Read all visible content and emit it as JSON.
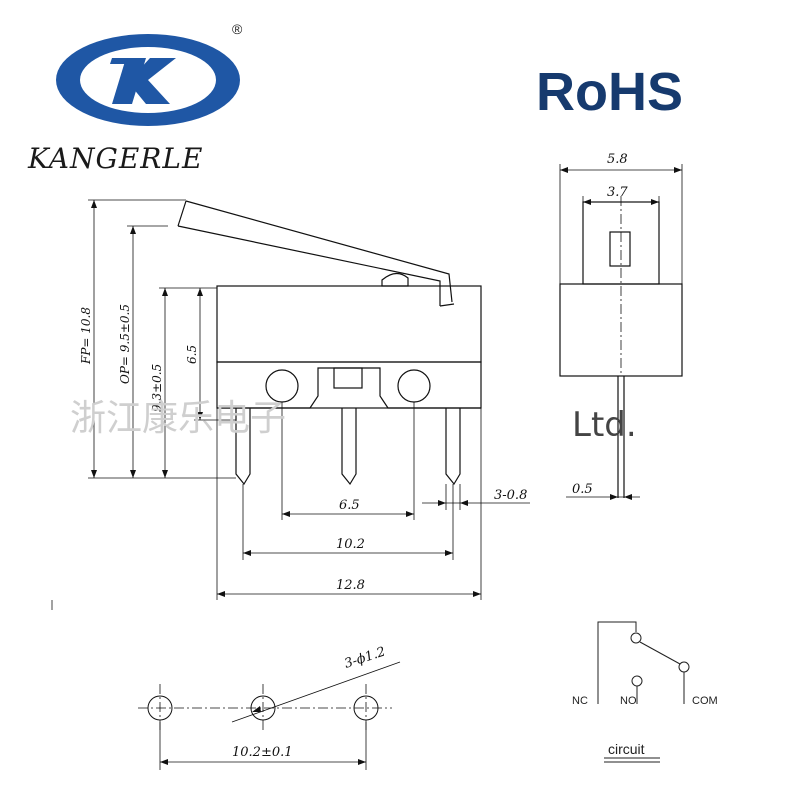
{
  "brand": {
    "name": "KANGERLE",
    "logo_glyph": "K",
    "registered_mark": "®",
    "logo_color": "#1f57a5"
  },
  "rohs": {
    "label": "RoHS",
    "color": "#163a6e"
  },
  "watermark": {
    "text": "浙江康乐电子",
    "suffix": "Ltd."
  },
  "side_view": {
    "dim_fp": "FP= 10.8",
    "dim_op": "OP= 9.5±0.5",
    "dim_93": "9.3±0.5",
    "dim_65_vertical": "6.5",
    "dim_65_pitch": "6.5",
    "dim_102": "10.2",
    "dim_128": "12.8",
    "dim_terminal_width": "3-0.8"
  },
  "end_view": {
    "dim_58": "5.8",
    "dim_37": "3.7",
    "dim_05": "0.5"
  },
  "footprint": {
    "dim_hole": "3-ϕ1.2",
    "dim_pitch": "10.2±0.1"
  },
  "circuit": {
    "title": "circuit",
    "nc": "NC",
    "no": "NO",
    "com": "COM"
  }
}
